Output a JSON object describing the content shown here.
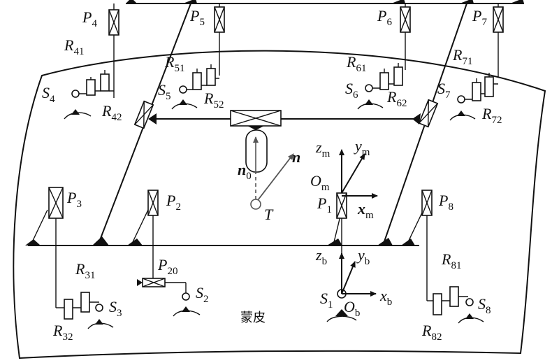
{
  "labels": {
    "P4": "P",
    "P4s": "4",
    "P5": "P",
    "P5s": "5",
    "P6": "P",
    "P6s": "6",
    "P7": "P",
    "P7s": "7",
    "P3": "P",
    "P3s": "3",
    "P2": "P",
    "P2s": "2",
    "P1": "P",
    "P1s": "1",
    "P8": "P",
    "P8s": "8",
    "P20": "P",
    "P20s": "20",
    "R41": "R",
    "R41s": "41",
    "R42": "R",
    "R42s": "42",
    "R51": "R",
    "R51s": "51",
    "R52": "R",
    "R52s": "52",
    "R61": "R",
    "R61s": "61",
    "R62": "R",
    "R62s": "62",
    "R71": "R",
    "R71s": "71",
    "R72": "R",
    "R72s": "72",
    "R31": "R",
    "R31s": "31",
    "R32": "R",
    "R32s": "32",
    "R81": "R",
    "R81s": "81",
    "R82": "R",
    "R82s": "82",
    "S4": "S",
    "S4s": "4",
    "S5": "S",
    "S5s": "5",
    "S6": "S",
    "S6s": "6",
    "S7": "S",
    "S7s": "7",
    "S3": "S",
    "S3s": "3",
    "S2": "S",
    "S2s": "2",
    "S1": "S",
    "S1s": "1",
    "S8": "S",
    "S8s": "8",
    "zm": "z",
    "zms": "m",
    "ym": "y",
    "yms": "m",
    "Om": "O",
    "Oms": "m",
    "xm": "x",
    "xms": "m",
    "zb": "z",
    "zbs": "b",
    "yb": "y",
    "ybs": "b",
    "Ob": "O",
    "Obs": "b",
    "xb": "x",
    "xbs": "b",
    "n": "n",
    "n0": "n",
    "n0s": "0",
    "T": "T",
    "skin": "蒙皮"
  }
}
